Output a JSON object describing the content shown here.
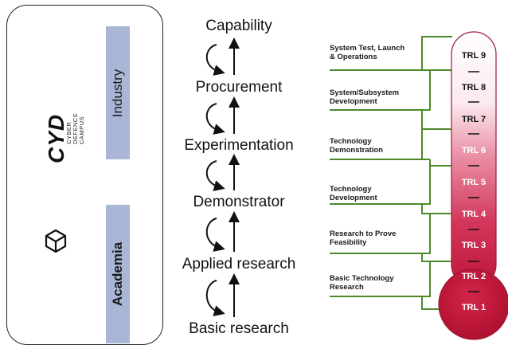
{
  "left_panel": {
    "industry_label": "Industry",
    "academia_label": "Academia",
    "logo_text": "CYD",
    "logo_subtext_1": "CYBER",
    "logo_subtext_2": "DEFENCE",
    "logo_subtext_3": "CAMPUS"
  },
  "ladder": {
    "steps": [
      "Capability",
      "Procurement",
      "Experimentation",
      "Demonstrator",
      "Applied research",
      "Basic research"
    ]
  },
  "trl": {
    "descriptions": [
      "System Test, Launch\n& Operations",
      "System/Subsystem\nDevelopment",
      "Technology\nDemonstration",
      "Technology\nDevelopment",
      "Research to Prove\nFeasibility",
      "Basic Technology\nResearch"
    ],
    "levels": [
      "TRL 9",
      "TRL 8",
      "TRL 7",
      "TRL 6",
      "TRL 5",
      "TRL 4",
      "TRL 3",
      "TRL 2",
      "TRL 1"
    ],
    "colors": {
      "line_green": "#4f8a2a",
      "thermo_top": "#ffffff",
      "thermo_bottom": "#c0163a",
      "bulb": "#c01b3a"
    }
  }
}
